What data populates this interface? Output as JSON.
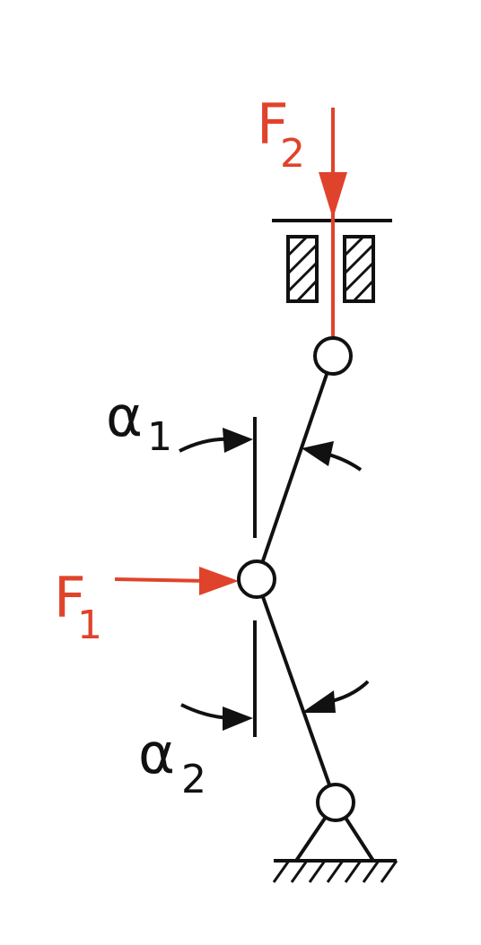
{
  "forces": {
    "f2": {
      "letter": "F",
      "index": "2"
    },
    "f1": {
      "letter": "F",
      "index": "1"
    }
  },
  "angles": {
    "a1": {
      "letter": "α",
      "index": "1"
    },
    "a2": {
      "letter": "α",
      "index": "2"
    }
  },
  "colors": {
    "force": "#e0432b",
    "structure": "#111111"
  }
}
